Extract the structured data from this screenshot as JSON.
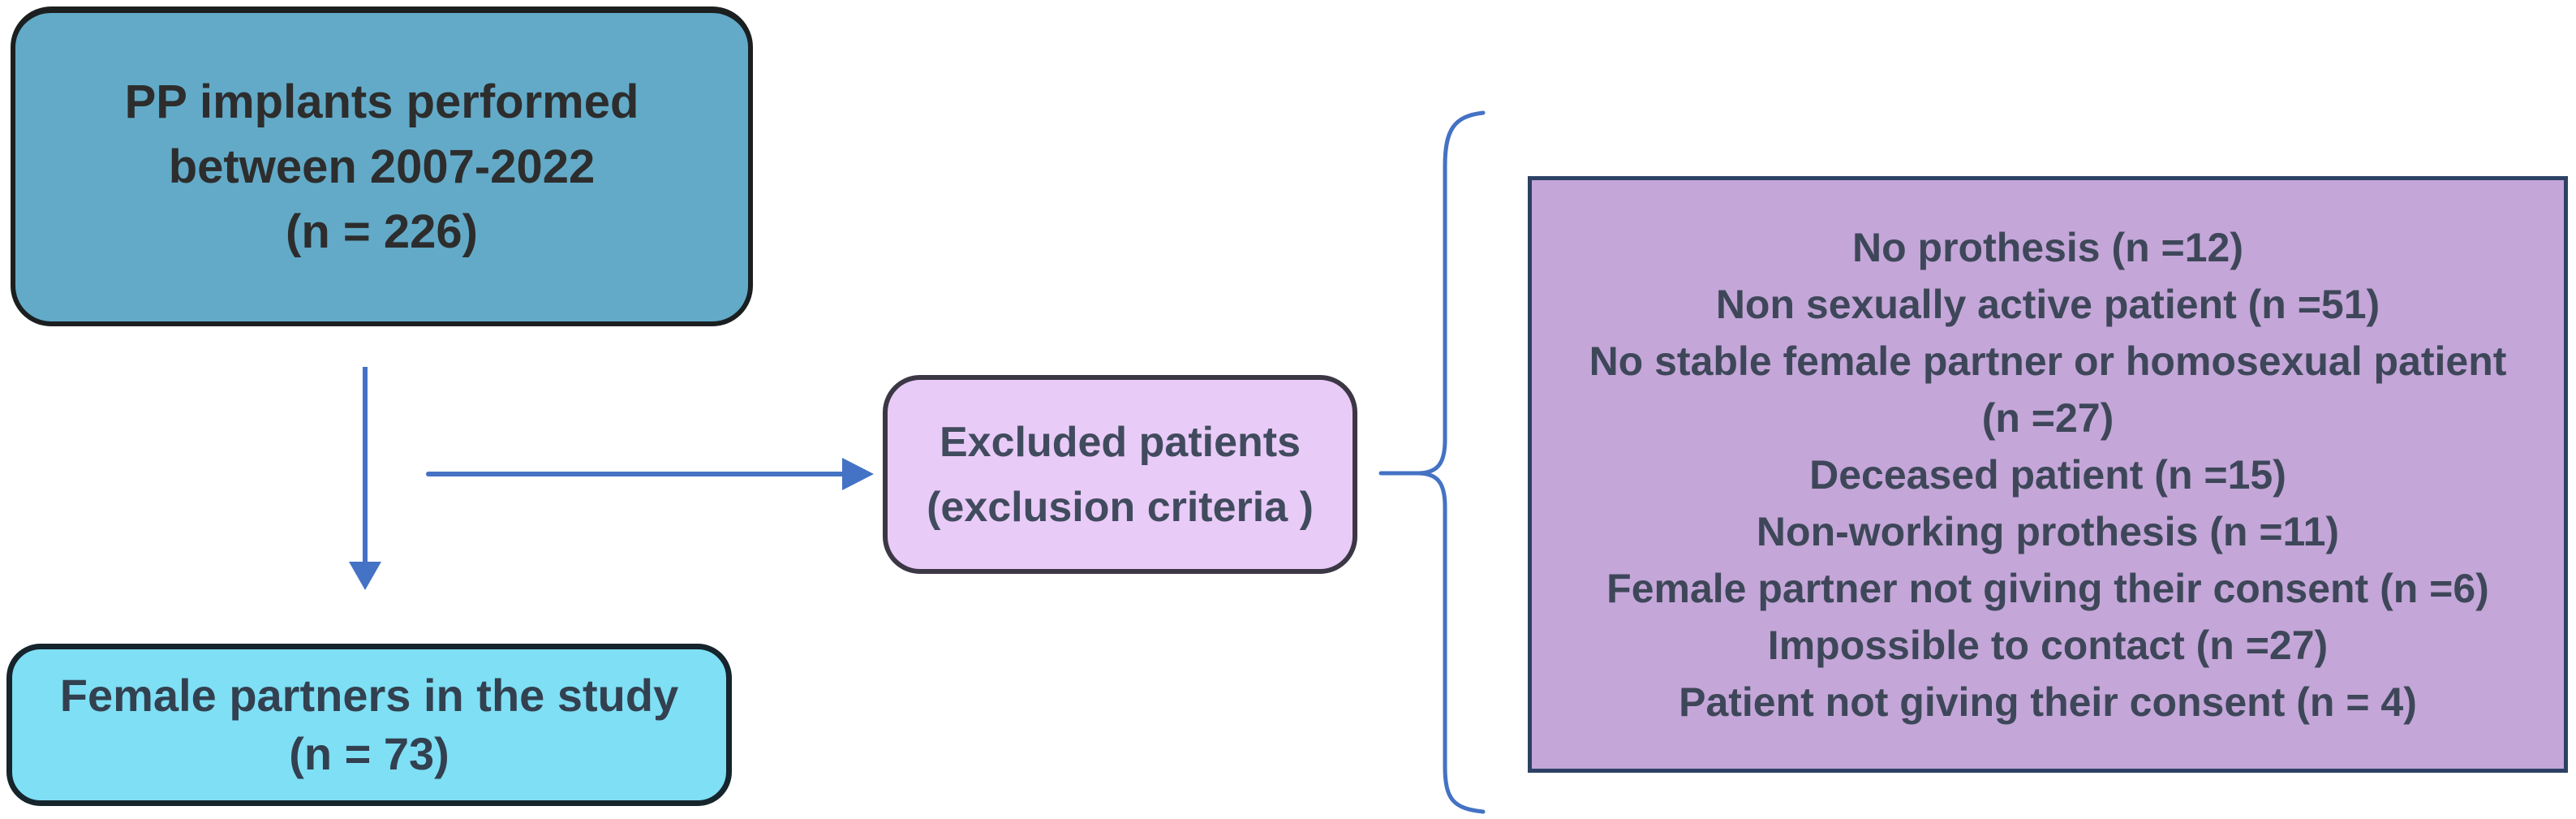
{
  "diagram": {
    "type": "flowchart",
    "nodes": {
      "pp_implants": {
        "lines": [
          "PP implants performed",
          "between 2007-2022",
          "(n = 226)"
        ]
      },
      "female_partners": {
        "lines": [
          "Female partners in the study",
          "(n = 73)"
        ]
      },
      "excluded_patients": {
        "lines": [
          "Excluded patients",
          "(exclusion criteria )"
        ]
      },
      "exclusion_reasons": {
        "lines": [
          "No prothesis (n =12)",
          "Non sexually active patient (n =51)",
          "No stable female partner or homosexual patient",
          "(n =27)",
          "Deceased patient (n =15)",
          "Non-working prothesis (n =11)",
          "Female partner not giving their consent (n =6)",
          "Impossible to contact (n =27)",
          "Patient not giving their consent (n = 4)"
        ]
      }
    },
    "connectors": {
      "down_arrow": "pp_implants to female_partners",
      "right_arrow": "flow to excluded_patients",
      "brace": "excluded_patients grouped to exclusion_reasons"
    },
    "colors": {
      "accent_blue": "#4472C4",
      "pp_implants_fill": "#62AAC8",
      "female_partners_fill": "#7EDFF5",
      "excluded_patients_fill": "#E9CBF7",
      "exclusion_reasons_fill": "#C4A6D8",
      "exclusion_reasons_border": "#2C4165",
      "dark_text": "#2D2D2D",
      "slate_text": "#3E4759"
    }
  }
}
